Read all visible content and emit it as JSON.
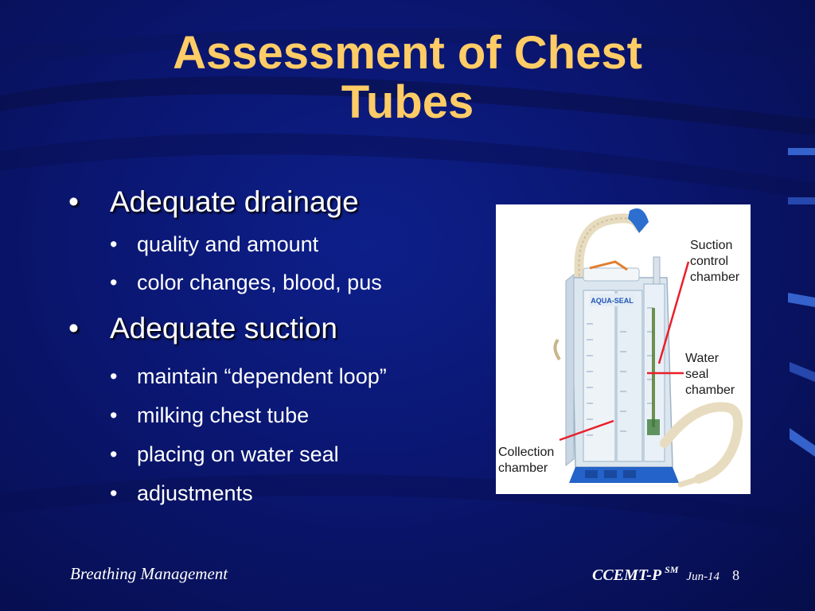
{
  "slide": {
    "title_line1": "Assessment of Chest",
    "title_line2": "Tubes",
    "bullets": [
      {
        "text": "Adequate drainage",
        "sub": [
          "quality and amount",
          "color changes, blood, pus"
        ]
      },
      {
        "text": "Adequate suction",
        "sub": [
          "maintain “dependent loop”",
          "milking chest tube",
          "placing on water seal",
          "adjustments"
        ]
      }
    ],
    "bullet_char": "•",
    "image": {
      "labels": {
        "suction_l1": "Suction",
        "suction_l2": "control",
        "suction_l3": "chamber",
        "water_l1": "Water",
        "water_l2": "seal",
        "water_l3": "chamber",
        "collection_l1": "Collection",
        "collection_l2": "chamber",
        "brand": "AQUA-SEAL"
      }
    },
    "footer": {
      "left": "Breathing Management",
      "org": "CCEMT-P",
      "sup": "SM",
      "date": "Jun-14",
      "page": "8"
    }
  },
  "colors": {
    "background": "#0a1670",
    "title": "#ffcc66",
    "text": "#ffffff",
    "callout_line": "#e8202a"
  }
}
